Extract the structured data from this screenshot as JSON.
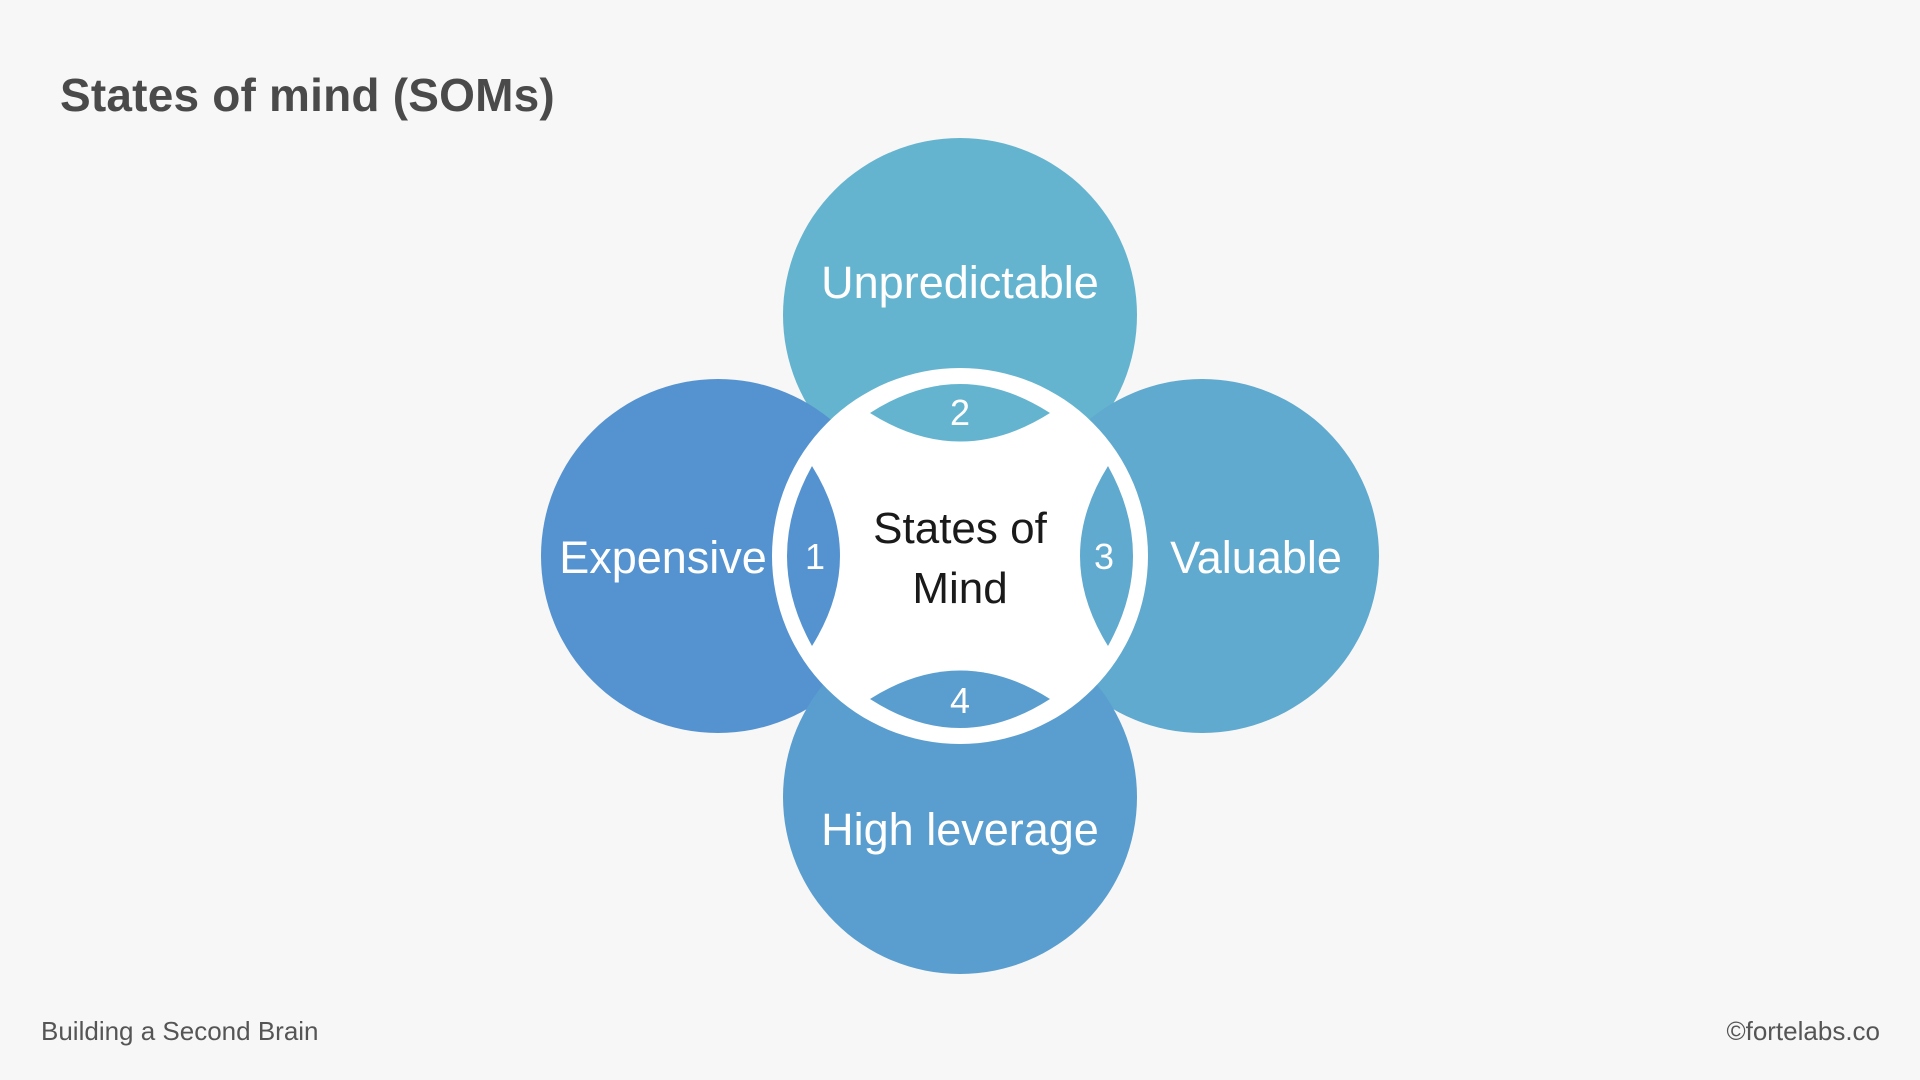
{
  "title": "States of mind (SOMs)",
  "footer": {
    "left": "Building a Second Brain",
    "right": "©fortelabs.co"
  },
  "diagram": {
    "center": {
      "line1": "States of",
      "line2": "Mind"
    },
    "petals": [
      {
        "label": "Unpredictable",
        "number": "2",
        "color": "#65b4cf"
      },
      {
        "label": "Expensive",
        "number": "1",
        "color": "#5593d0"
      },
      {
        "label": "Valuable",
        "number": "3",
        "color": "#60a9cf"
      },
      {
        "label": "High leverage",
        "number": "4",
        "color": "#5a9ecf"
      }
    ],
    "ring_color": "#ffffff"
  }
}
